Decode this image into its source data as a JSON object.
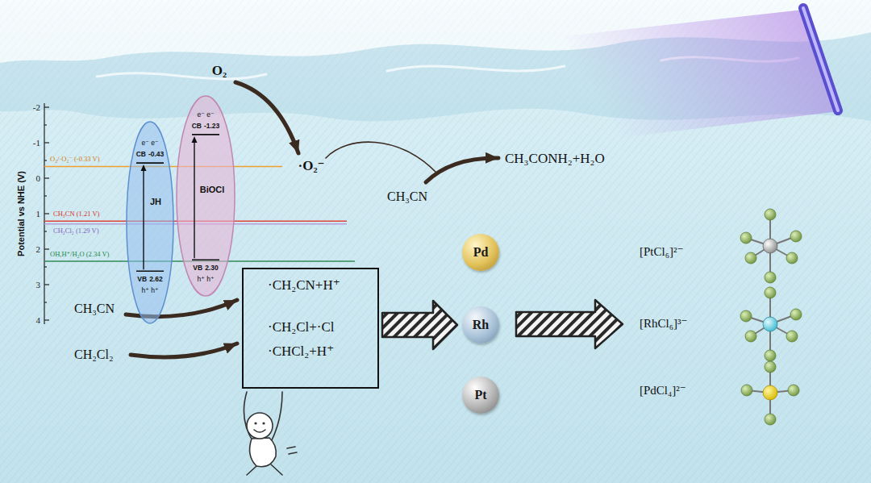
{
  "diagram": {
    "nodes": [
      {
        "text": [
          "e⁻ e⁻",
          "CB",
          "-0.43",
          "JH",
          "VB",
          "2.62",
          "h⁺ h⁺"
        ]
      },
      {
        "text": [
          "e⁻ e⁻",
          "CB",
          "-1.23",
          "BiOCl",
          "VB",
          "2.30",
          "h⁺ h⁺"
        ]
      },
      {
        "text": [
          "·CH₂CN+H⁺",
          "·CH₂Cl+·Cl",
          "·CHCl₂+H⁺"
        ]
      },
      {
        "text": [
          "Pd"
        ]
      },
      {
        "text": [
          "Rh"
        ]
      },
      {
        "text": [
          "Pt"
        ]
      }
    ],
    "edges": [
      {
        "from": 2,
        "to": 4,
        "arrow": "to"
      }
    ],
    "labels": [
      "-2",
      "-1",
      "0",
      "1",
      "2",
      "3",
      "4",
      "Potential vs NHE (V)",
      "O₂/·O₂⁻ (-0.33 V)",
      "CH₃CN (1.21 V)",
      "CH₂Cl₂ (1.29 V)",
      "OH,H⁺/H₂O (2.34 V)",
      "O₂",
      "·O₂⁻",
      "CH₃CN",
      "CH₃CONH₂+H₂O",
      "CH₃CN",
      "CH₂Cl₂",
      "[PtCl₆]²⁻",
      "[RhCl₆]³⁻",
      "[PdCl₄]²⁻"
    ]
  }
}
